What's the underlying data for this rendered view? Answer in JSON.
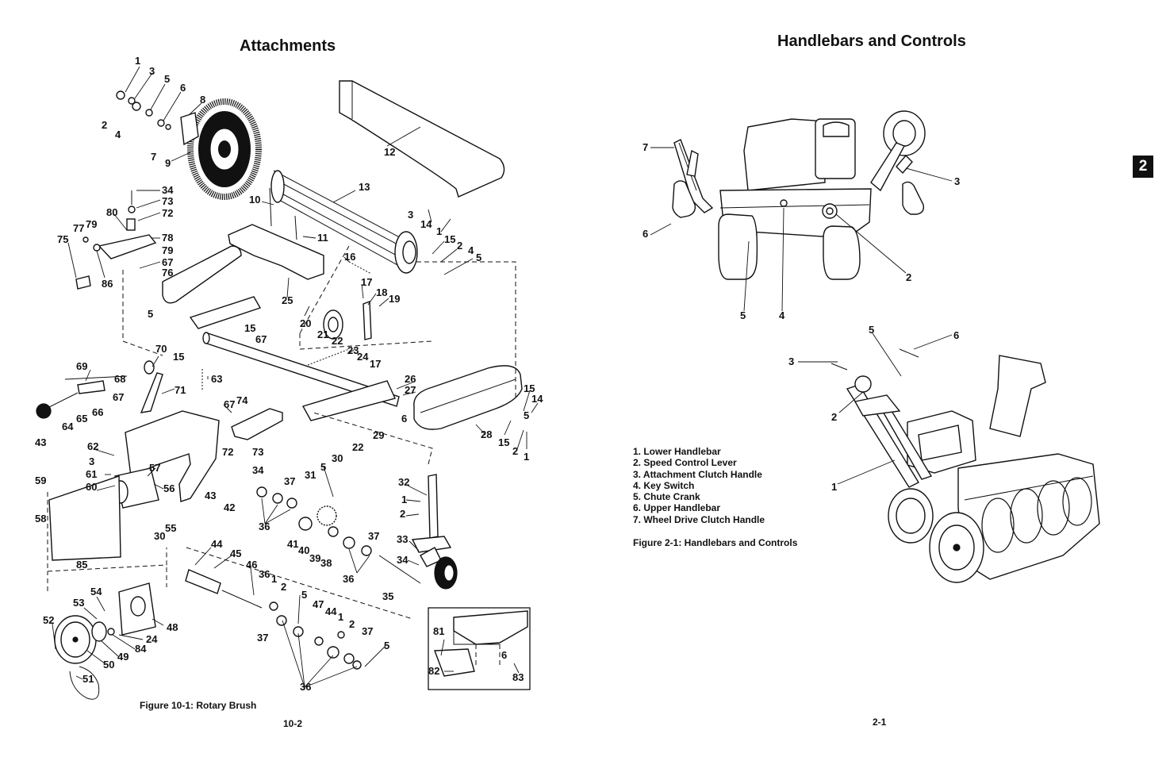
{
  "left_page": {
    "title": "Attachments",
    "figure_caption": "Figure 10-1: Rotary Brush",
    "page_number": "10-2",
    "callouts": [
      "1",
      "3",
      "5",
      "6",
      "2",
      "4",
      "7",
      "8",
      "9",
      "12",
      "13",
      "10",
      "11",
      "34",
      "73",
      "72",
      "80",
      "78",
      "79",
      "67",
      "76",
      "75",
      "77",
      "86",
      "16",
      "25",
      "17",
      "18",
      "19",
      "20",
      "21",
      "22",
      "23",
      "24",
      "3",
      "14",
      "1",
      "15",
      "2",
      "4",
      "5",
      "5",
      "15",
      "67",
      "70",
      "15",
      "69",
      "68",
      "71",
      "63",
      "67",
      "74",
      "66",
      "65",
      "64",
      "43",
      "62",
      "3",
      "61",
      "60",
      "59",
      "58",
      "57",
      "56",
      "55",
      "30",
      "85",
      "26",
      "27",
      "6",
      "28",
      "15",
      "14",
      "5",
      "2",
      "1",
      "22",
      "29",
      "30",
      "31",
      "5",
      "32",
      "1",
      "2",
      "33",
      "34",
      "35",
      "72",
      "73",
      "34",
      "37",
      "42",
      "43",
      "36",
      "41",
      "40",
      "39",
      "38",
      "37",
      "36",
      "44",
      "45",
      "46",
      "36",
      "1",
      "2",
      "5",
      "47",
      "44",
      "1",
      "2",
      "37",
      "37",
      "36",
      "5",
      "54",
      "53",
      "48",
      "52",
      "24",
      "49",
      "84",
      "50",
      "51",
      "81",
      "82",
      "6",
      "83"
    ]
  },
  "right_page": {
    "title": "Handlebars and Controls",
    "section_tab": "2",
    "legend": [
      "1.  Lower Handlebar",
      "2.  Speed Control Lever",
      "3.  Attachment Clutch Handle",
      "4.  Key Switch",
      "5.  Chute Crank",
      "6.  Upper Handlebar",
      "7.  Wheel Drive Clutch Handle"
    ],
    "figure_caption": "Figure 2-1: Handlebars and Controls",
    "page_number": "2-1",
    "top_callouts": [
      "7",
      "6",
      "5",
      "4",
      "2",
      "3"
    ],
    "bottom_callouts": [
      "5",
      "6",
      "3",
      "2",
      "1"
    ]
  }
}
